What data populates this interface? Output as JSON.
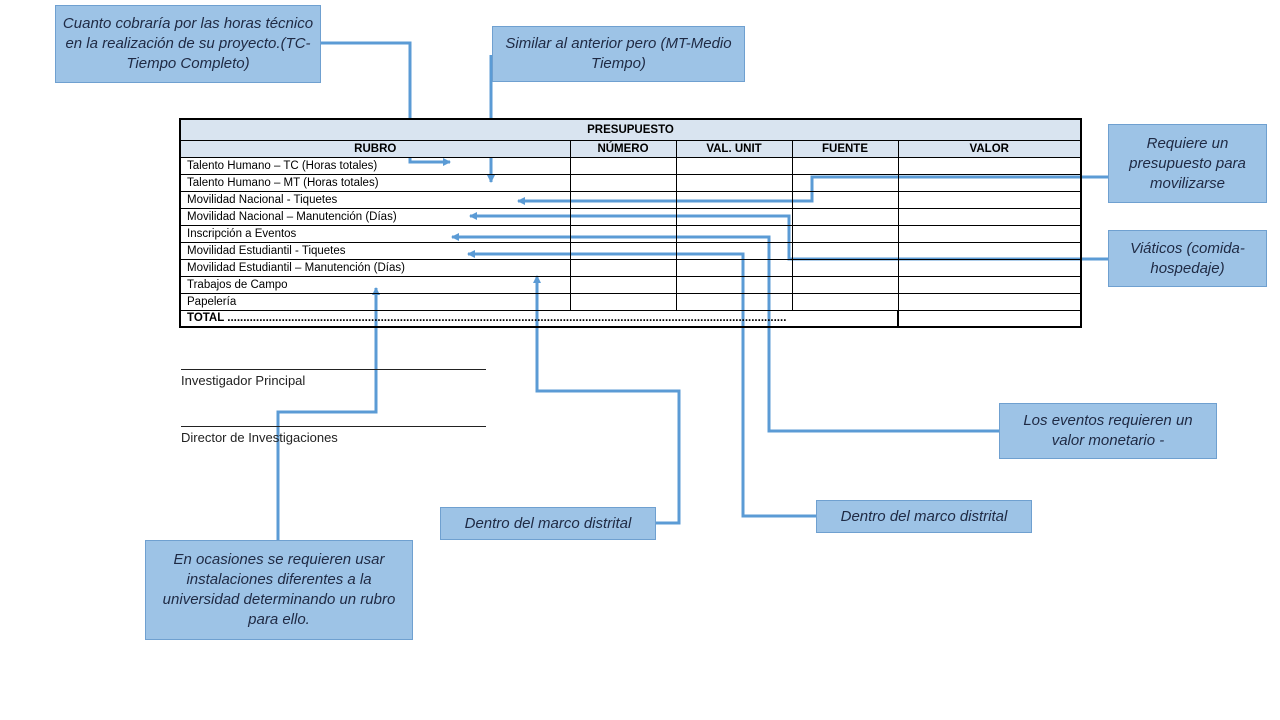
{
  "table": {
    "title": "PRESUPUESTO",
    "headers": [
      "RUBRO",
      "NÚMERO",
      "VAL. UNIT",
      "FUENTE",
      "VALOR"
    ],
    "rows": [
      "Talento Humano – TC (Horas totales)",
      "Talento Humano – MT (Horas totales)",
      "Movilidad Nacional - Tiquetes",
      "Movilidad Nacional – Manutención (Días)",
      "Inscripción a Eventos",
      "Movilidad Estudiantil - Tiquetes",
      "Movilidad Estudiantil – Manutención (Días)",
      "Trabajos de Campo",
      "Papelería"
    ],
    "total_label": "TOTAL ",
    "total_dots": "..............................................................................................................................................................................."
  },
  "signatures": {
    "first": "Investigador  Principal",
    "second": "Director  de  Investigaciones"
  },
  "callouts": {
    "tc": "Cuanto cobraría por las horas técnico en la realización de su proyecto.(TC-Tiempo Completo)",
    "mt": "Similar al anterior pero (MT-Medio Tiempo)",
    "movilizarse": "Requiere un presupuesto para movilizarse",
    "viaticos": "Viáticos (comida-hospedaje)",
    "eventos": "Los eventos requieren un valor monetario -",
    "marco_right": "Dentro del marco distrital",
    "marco_left": "Dentro del marco distrital",
    "instalaciones": "En ocasiones se requieren usar instalaciones diferentes a la universidad determinando un rubro para ello."
  },
  "colors": {
    "callout_fill": "#9dc3e6",
    "connector": "#5b9bd5",
    "header_fill": "#d9e4f0"
  }
}
